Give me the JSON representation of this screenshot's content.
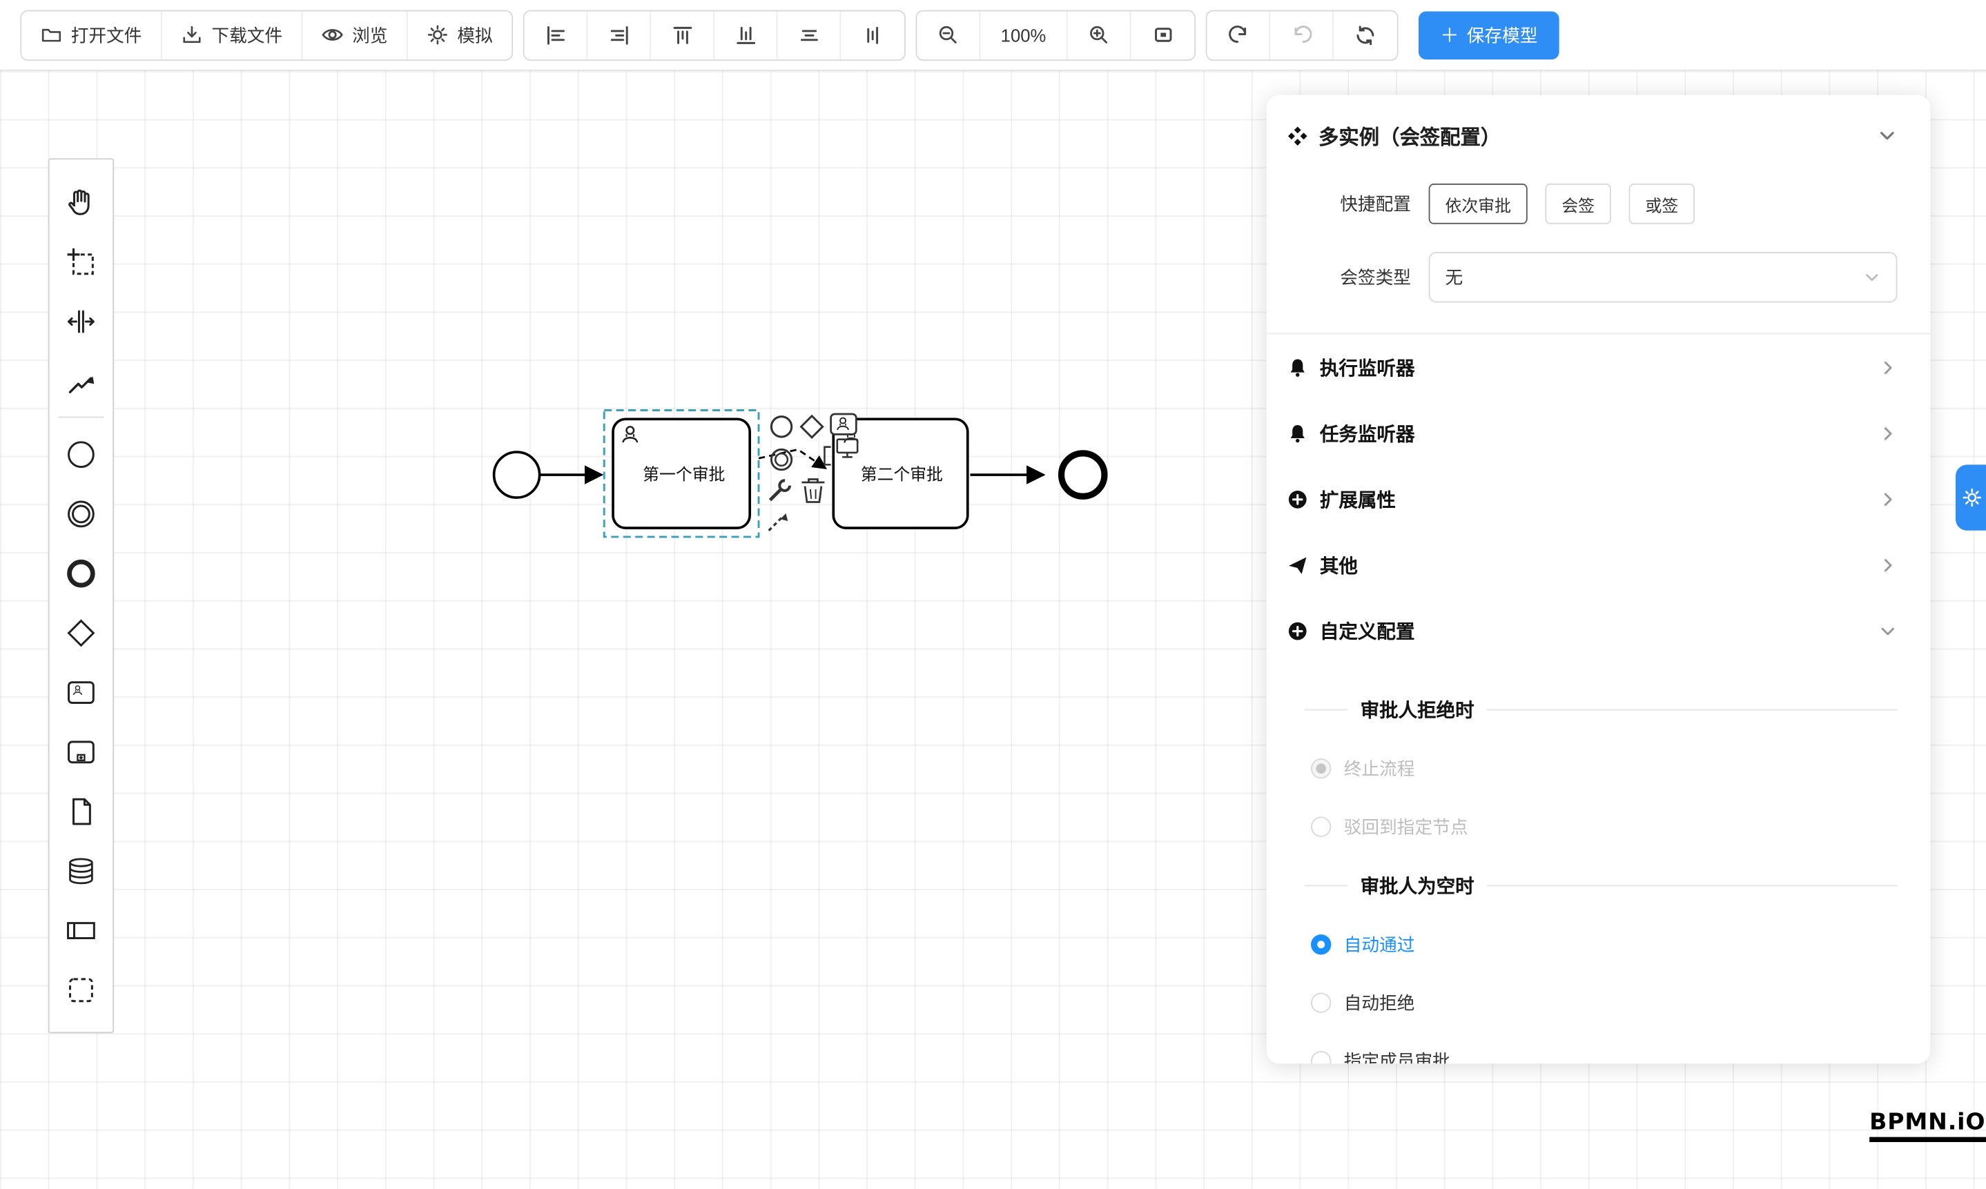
{
  "toolbar": {
    "buttons": [
      {
        "icon": "folder-open-icon",
        "label": "打开文件"
      },
      {
        "icon": "download-icon",
        "label": "下载文件"
      },
      {
        "icon": "eye-icon",
        "label": "浏览"
      },
      {
        "icon": "gear-icon",
        "label": "模拟"
      }
    ],
    "align_tools": [
      "align-left",
      "align-right",
      "align-top",
      "align-bottom",
      "align-center-horizontal",
      "align-middle-vertical"
    ],
    "zoom": {
      "level": "100%"
    },
    "history_tools": [
      "undo",
      "redo",
      "reset"
    ],
    "save": {
      "plus": "＋",
      "label": "保存模型"
    }
  },
  "palette": {
    "tools": [
      "hand-tool",
      "lasso-tool",
      "space-tool",
      "global-connect-tool"
    ],
    "elements": [
      "start-event",
      "intermediate-event",
      "end-event",
      "gateway",
      "user-task",
      "subprocess",
      "data-object",
      "data-store",
      "participant",
      "group"
    ]
  },
  "canvas": {
    "task1_label": "第一个审批",
    "task2_label": "第二个审批"
  },
  "panel": {
    "title": "多实例（会签配置）",
    "quick_config_label": "快捷配置",
    "quick_options": [
      "依次审批",
      "会签",
      "或签"
    ],
    "sign_type_label": "会签类型",
    "sign_type_value": "无",
    "sections": [
      {
        "icon": "bell-icon",
        "label": "执行监听器"
      },
      {
        "icon": "bell-icon",
        "label": "任务监听器"
      },
      {
        "icon": "plus-circle-icon",
        "label": "扩展属性"
      },
      {
        "icon": "send-icon",
        "label": "其他"
      },
      {
        "icon": "plus-circle-icon",
        "label": "自定义配置",
        "expanded": true
      }
    ],
    "custom": {
      "reject_header": "审批人拒绝时",
      "reject_options": [
        {
          "label": "终止流程",
          "checked": true,
          "disabled": true
        },
        {
          "label": "驳回到指定节点",
          "checked": false,
          "disabled": true
        }
      ],
      "empty_header": "审批人为空时",
      "empty_options": [
        {
          "label": "自动通过",
          "checked": true
        },
        {
          "label": "自动拒绝",
          "checked": false
        },
        {
          "label": "指定成员审批",
          "checked": false
        }
      ]
    }
  },
  "logo": {
    "text": "BPMN.iO"
  },
  "colors": {
    "accent": "#2f8ef5",
    "radio_blue": "#1890ff",
    "selection": "#3e9fbb"
  }
}
